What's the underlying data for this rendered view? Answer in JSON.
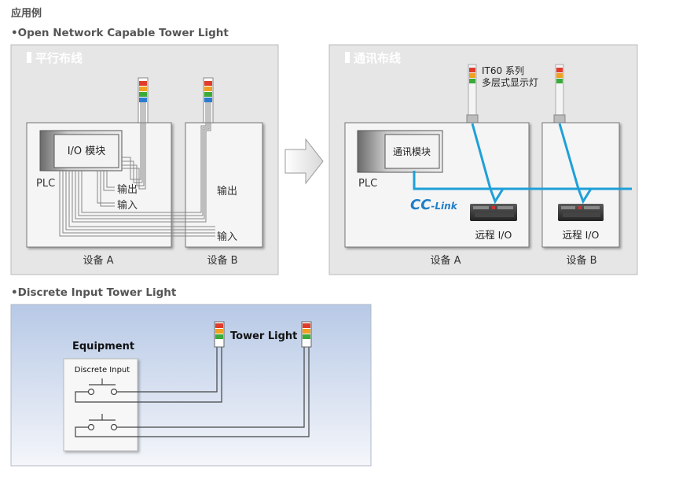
{
  "page": {
    "title": "应用例",
    "section1_title": "•Open Network Capable Tower Light",
    "section2_title": "•Discrete Input Tower Light"
  },
  "parallel_panel": {
    "title": "平行布线",
    "module_label": "I/O 模块",
    "plc_label": "PLC",
    "output_label": "输出",
    "input_label": "输入",
    "equipment_b_output": "输出",
    "bottom_input": "输入",
    "equipment_a": "设备 A",
    "equipment_b": "设备 B"
  },
  "network_panel": {
    "title": "通讯布线",
    "tower_model": "IT60 系列",
    "tower_desc": "多层式显示灯",
    "module_label": "通讯模块",
    "plc_label": "PLC",
    "cclink_prefix": "CC",
    "cclink_suffix": "-Link",
    "remote_io_a": "远程 I/O",
    "remote_io_b": "远程 I/O",
    "equipment_a": "设备 A",
    "equipment_b": "设备 B"
  },
  "discrete_panel": {
    "equipment_label": "Equipment",
    "discrete_input_label": "Discrete Input",
    "tower_light_label": "Tower Light"
  },
  "colors": {
    "panel_bg": "#e6e6e6",
    "blue_wire": "#1ea0d8",
    "gradient_top": "#b7c9e6",
    "gradient_bottom": "#f4f6fa"
  }
}
